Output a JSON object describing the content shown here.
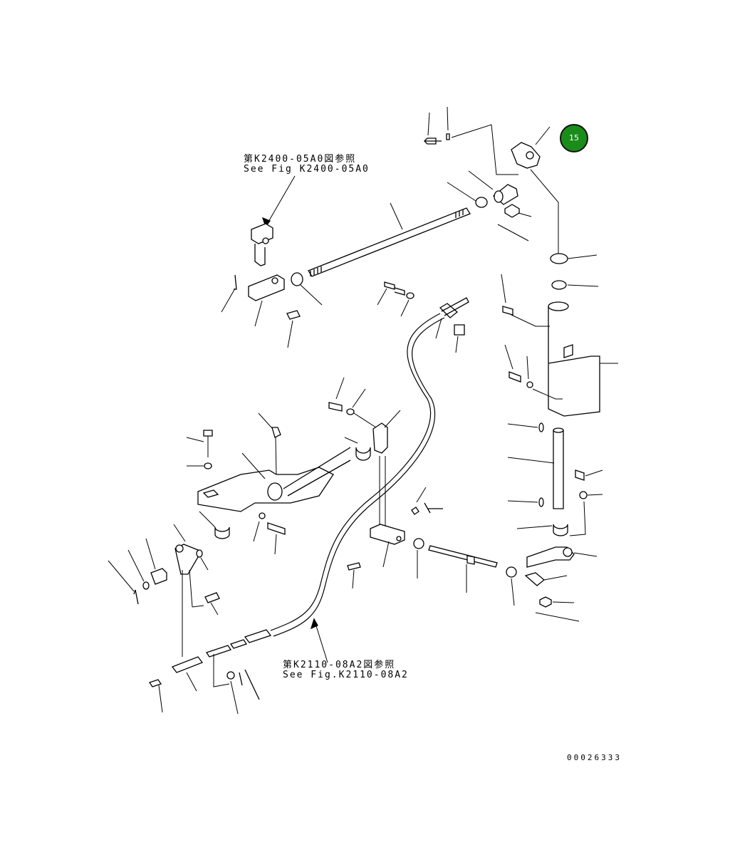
{
  "callout": {
    "label": "15",
    "color": "#1a8c1a"
  },
  "refs": {
    "top_jp": "第K2400-05A0図参照",
    "top_en": "See Fig K2400-05A0",
    "bottom_jp": "第K2110-08A2図参照",
    "bottom_en": "See Fig.K2110-08A2"
  },
  "figure_number": "00026333"
}
